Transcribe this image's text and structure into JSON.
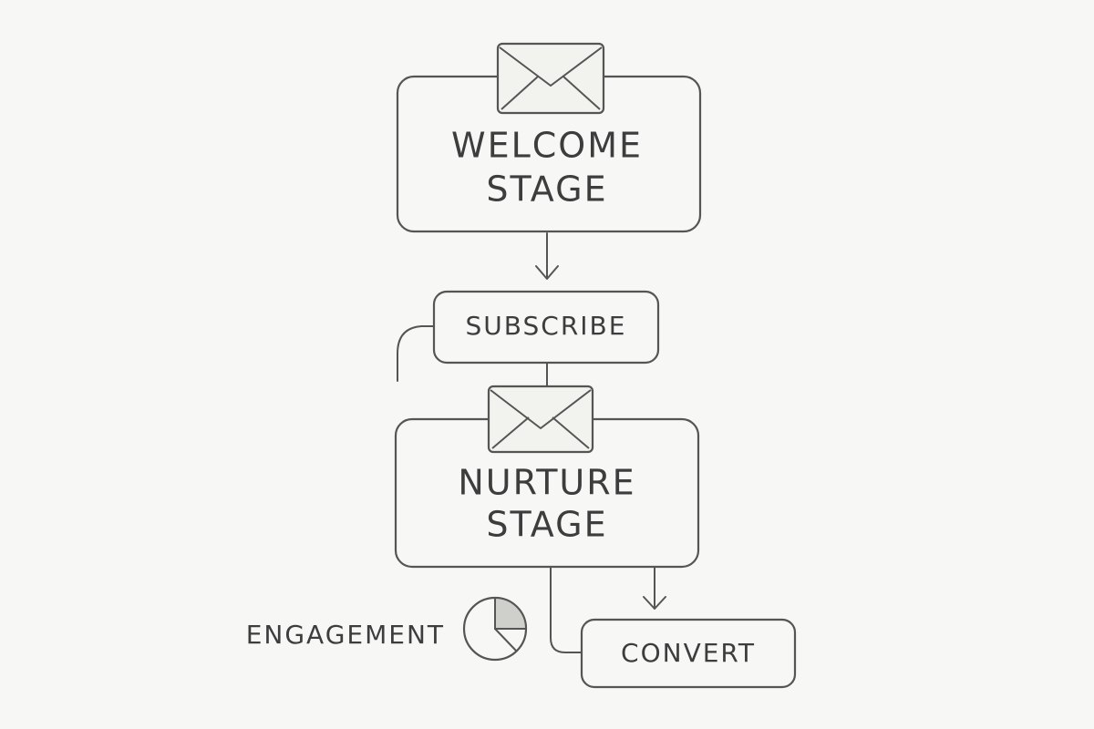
{
  "nodes": {
    "welcome": {
      "line1": "WELCOME",
      "line2": "STAGE"
    },
    "subscribe": {
      "label": "SUBSCRIBE"
    },
    "nurture": {
      "line1": "NURTURE",
      "line2": "STAGE"
    },
    "convert": {
      "label": "CONVERT"
    }
  },
  "engagement": {
    "label": "ENGAGEMENT",
    "pie_icon": "pie-chart-icon"
  },
  "icons": {
    "stage_icon": "envelope-icon"
  },
  "colors": {
    "stroke": "#555555",
    "background": "#f7f7f5",
    "pie_fill": "#cfcfcc"
  }
}
